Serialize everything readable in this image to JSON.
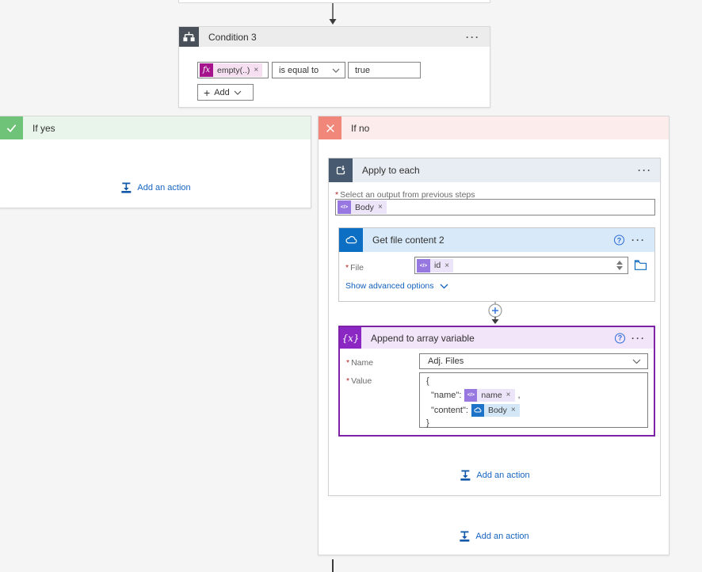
{
  "colors": {
    "canvas_bg": "#f5f5f5",
    "condition_icon_bg": "#49505a",
    "condition_header_bg": "#ececec",
    "if_yes_icon_bg": "#6fc378",
    "if_yes_header_bg": "#e9f5ea",
    "if_no_icon_bg": "#f1867b",
    "if_no_header_bg": "#fdecec",
    "apply_icon_bg": "#475a70",
    "apply_header_bg": "#e8ecf3",
    "onedrive_icon_bg": "#0c6fc4",
    "onedrive_header_bg": "#d8e9f9",
    "variable_icon_bg": "#8b27c3",
    "variable_header_bg": "#f2e5f9",
    "variable_border": "#7e22a8",
    "fx_icon_bg": "#a4128c",
    "fx_pill_bg": "#f5dff1",
    "dynamic_token_icon_bg": "#9678e0",
    "dynamic_token_pill_bg": "#ece5f9",
    "onedrive_token_pill_bg": "#d4e7f7",
    "link_blue": "#1260bd"
  },
  "icons": {
    "ellipsis": "···",
    "help": "?",
    "plus": "+",
    "close": "×",
    "fx": "fx",
    "variable": "{x}",
    "dynamic_token": "</>"
  },
  "common": {
    "required_marker": "*"
  },
  "condition": {
    "title": "Condition 3",
    "expression_token": "empty(..)",
    "operator_value": "is equal to",
    "value_input": "true",
    "add_button_label": "Add"
  },
  "branch_yes": {
    "label": "If yes",
    "add_action_label": "Add an action"
  },
  "branch_no": {
    "label": "If no",
    "add_action_label": "Add an action"
  },
  "apply_to_each": {
    "title": "Apply to each",
    "select_label": "Select an output from previous steps",
    "output_token": "Body",
    "add_action_label": "Add an action"
  },
  "get_file_content": {
    "title": "Get file content 2",
    "file_label": "File",
    "file_token": "id",
    "advanced_link": "Show advanced options"
  },
  "append_to_array": {
    "title": "Append to array variable",
    "name_label": "Name",
    "name_value": "Adj. Files",
    "value_label": "Value",
    "value_open_brace": "{",
    "value_name_key": "\"name\":",
    "value_name_token": "name",
    "value_comma": ",",
    "value_content_key": "\"content\":",
    "value_content_token": "Body",
    "value_close_brace": "}"
  }
}
